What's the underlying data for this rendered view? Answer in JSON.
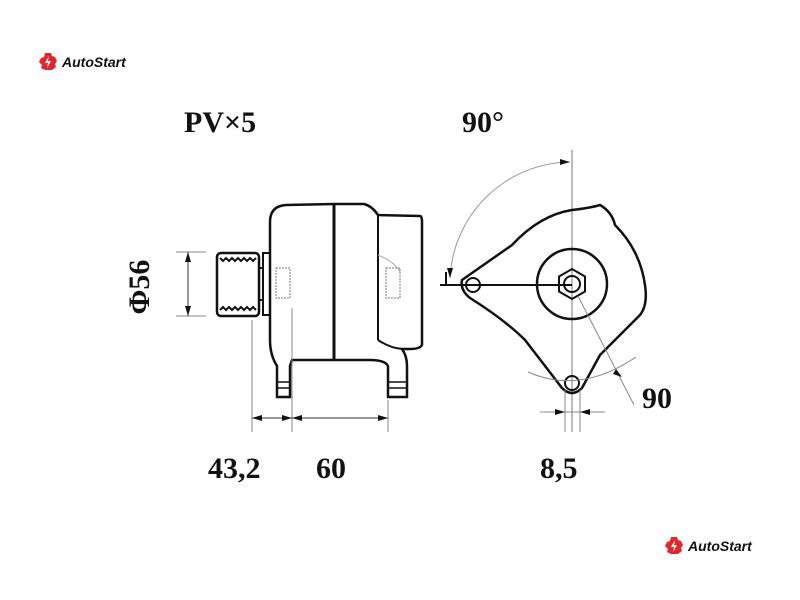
{
  "logo": {
    "text": "AutoStart",
    "color": "#e3262b"
  },
  "labels": {
    "pulley": "PV×5",
    "angle": "90°",
    "diameter": "Φ56",
    "dim_pulley_offset": "43,2",
    "dim_mount_spacing": "60",
    "dim_hole": "8,5",
    "dim_radius": "90"
  }
}
